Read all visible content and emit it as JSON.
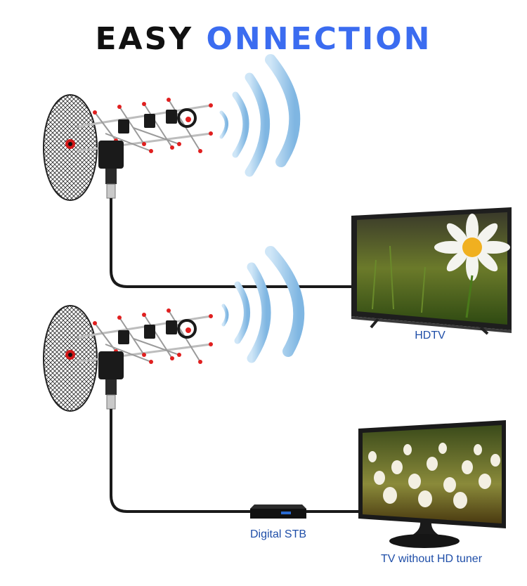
{
  "title": {
    "part1": "EASY",
    "part2": "ONNECTION"
  },
  "labels": {
    "hdtv": "HDTV",
    "stb": "Digital STB",
    "tv_no_tuner": "TV without HD tuner"
  },
  "colors": {
    "title_dark": "#111111",
    "title_blue": "#3b6cf0",
    "label_blue": "#1f4ea8",
    "cable": "#1a1a1a",
    "antenna_tip": "#e01f1f"
  },
  "icons": [
    "antenna-icon",
    "signal-waves-icon",
    "hdtv-icon",
    "set-top-box-icon",
    "monitor-tv-icon"
  ]
}
